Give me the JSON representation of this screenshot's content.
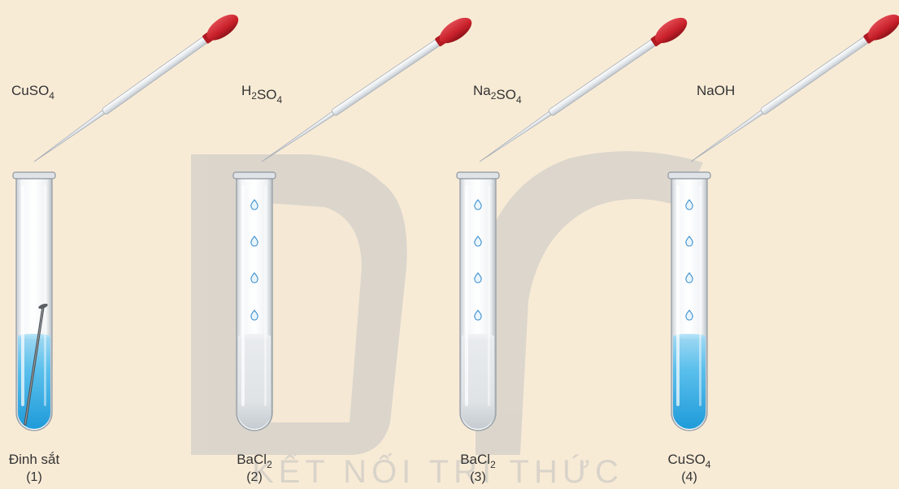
{
  "colors": {
    "background": "#f8ebd6",
    "watermark": "#cbcbcb",
    "bulb": "#c8202a",
    "copper_sulfate": "#3aaee0",
    "glass": "#f2f4f6",
    "label": "#333333"
  },
  "tubes": [
    {
      "reagent": {
        "base": "CuSO",
        "sub": "4",
        "tail": ""
      },
      "content": {
        "base": "Đinh sắt",
        "sub": "",
        "tail": ""
      },
      "number": "(1)",
      "liquid": "blue",
      "has_nail": true,
      "has_drops": false
    },
    {
      "reagent": {
        "base": "H",
        "sub": "2",
        "tail": "SO",
        "sub2": "4"
      },
      "content": {
        "base": "BaCl",
        "sub": "2",
        "tail": ""
      },
      "number": "(2)",
      "liquid": "clear",
      "has_nail": false,
      "has_drops": true
    },
    {
      "reagent": {
        "base": "Na",
        "sub": "2",
        "tail": "SO",
        "sub2": "4"
      },
      "content": {
        "base": "BaCl",
        "sub": "2",
        "tail": ""
      },
      "number": "(3)",
      "liquid": "clear",
      "has_nail": false,
      "has_drops": true
    },
    {
      "reagent": {
        "base": "NaOH",
        "sub": "",
        "tail": ""
      },
      "content": {
        "base": "CuSO",
        "sub": "4",
        "tail": ""
      },
      "number": "(4)",
      "liquid": "blue",
      "has_nail": false,
      "has_drops": true
    }
  ],
  "watermark_text": "KẾT NỐI TRI THỨC"
}
